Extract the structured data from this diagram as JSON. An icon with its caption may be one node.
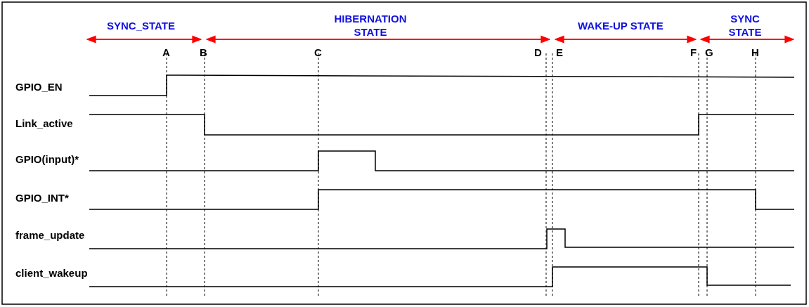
{
  "diagram": {
    "labels": [
      "SYNC_STATE",
      "HIBERNATION STATE",
      "WAKE-UP STATE",
      "SYNC STATE",
      "A",
      "B",
      "C",
      "D",
      "E",
      "F",
      "G",
      "H",
      "GPIO_EN",
      "Link_active",
      "GPIO(input)*",
      "GPIO_INT*",
      "frame_update",
      "client_wakeup"
    ]
  }
}
